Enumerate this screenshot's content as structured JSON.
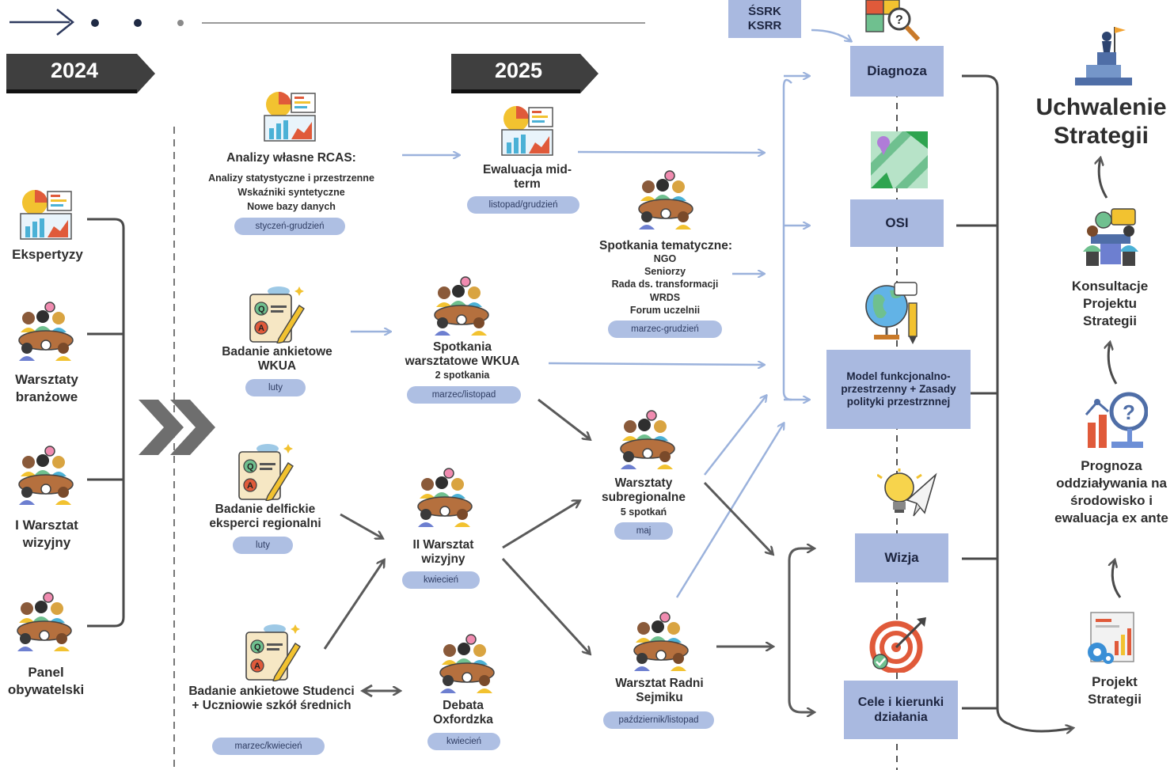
{
  "years": {
    "first": "2024",
    "second": "2025"
  },
  "left_column": [
    {
      "label": "Ekspertyzy",
      "icon": "chart-icon"
    },
    {
      "label": "Warsztaty branżowe",
      "icon": "meeting-icon"
    },
    {
      "label": "I Warsztat wizyjny",
      "icon": "meeting-icon"
    },
    {
      "label": "Panel obywatelski",
      "icon": "meeting-icon"
    }
  ],
  "analizy": {
    "title": "Analizy własne RCAS:",
    "lines": [
      "Analizy statystyczne i przestrzenne",
      "Wskaźniki syntetyczne",
      "Nowe bazy danych"
    ],
    "date": "styczeń-grudzień"
  },
  "ewaluacja": {
    "title": "Ewaluacja mid-term",
    "date": "listopad/grudzień"
  },
  "spotkania_tematyczne": {
    "title": "Spotkania tematyczne:",
    "lines": [
      "NGO",
      "Seniorzy",
      "Rada ds. transformacji",
      "WRDS",
      "Forum uczelnii"
    ],
    "date": "marzec-grudzień"
  },
  "badanie_wkua": {
    "title": "Badanie ankietowe WKUA",
    "date": "luty"
  },
  "spotkania_wkua": {
    "title": "Spotkania warsztatowe WKUA",
    "sub": "2 spotkania",
    "date": "marzec/listopad"
  },
  "badanie_delfickie": {
    "title": "Badanie delfickie eksperci regionalni",
    "date": "luty"
  },
  "warsztat_2": {
    "title": "II Warsztat wizyjny",
    "date": "kwiecień"
  },
  "warsztaty_sub": {
    "title": "Warsztaty subregionalne",
    "sub": "5 spotkań",
    "date": "maj"
  },
  "badanie_studenci": {
    "title": "Badanie ankietowe Studenci + Uczniowie szkół średnich",
    "date": "marzec/kwiecień"
  },
  "debata": {
    "title": "Debata Oxfordzka",
    "date": "kwiecień"
  },
  "warsztat_radni": {
    "title": "Warsztat Radni Sejmiku",
    "date": "październik/listopad"
  },
  "ssrk": {
    "line1": "ŚSRK",
    "line2": "KSRR"
  },
  "strategy_parts": {
    "diagnoza": "Diagnoza",
    "osi": "OSI",
    "model": "Model funkcjonalno-przestrzenny + Zasady polityki przestrznnej",
    "wizja": "Wizja",
    "cele": "Cele i kierunki działania"
  },
  "right_column": {
    "uchwalenie": "Uchwalenie Strategii",
    "konsultacje": "Konsultacje Projektu Strategii",
    "prognoza": "Prognoza oddziaływania na środowisko i ewaluacja ex ante",
    "projekt": "Projekt Strategii"
  },
  "colors": {
    "dark": "#3a3a3a",
    "blue_box": "#a9b9e0",
    "pill": "#aebfe3",
    "arrow_blue": "#9bb2dc",
    "arrow_gray": "#5a5a5a"
  }
}
